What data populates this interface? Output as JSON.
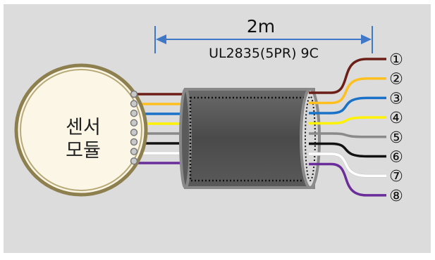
{
  "dimension": {
    "length": "2m",
    "cable_spec": "UL2835(5PR) 9C"
  },
  "sensor_module": {
    "line1": "센서",
    "line2": "모듈"
  },
  "wires": [
    {
      "label": "①",
      "color": "#6b1f17"
    },
    {
      "label": "②",
      "color": "#ffbf1f"
    },
    {
      "label": "③",
      "color": "#1a72c8"
    },
    {
      "label": "④",
      "color": "#fff200"
    },
    {
      "label": "⑤",
      "color": "#8a8a8a"
    },
    {
      "label": "⑥",
      "color": "#111111"
    },
    {
      "label": "⑦",
      "color": "#ffffff"
    },
    {
      "label": "⑧",
      "color": "#6a2d9a"
    }
  ],
  "colors": {
    "background": "#dcdcdc",
    "module_fill": "#fbf6e6",
    "module_ring": "#8e7f4e",
    "cable_body": "#505050",
    "dimension_line": "#3f78c6"
  }
}
